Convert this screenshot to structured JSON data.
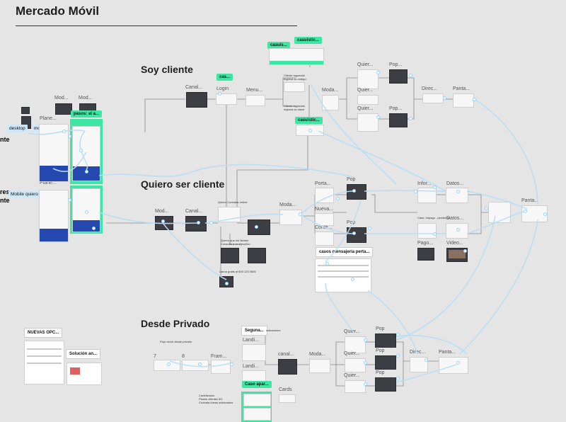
{
  "page": {
    "title": "Mercado Móvil"
  },
  "sections": {
    "soy_cliente": "Soy cliente",
    "quiero_ser_cliente": "Quiero ser cliente",
    "desde_privado": "Desde Privado"
  },
  "left_column": {
    "label_mod_1": "Mod...",
    "label_mod_2": "Mod...",
    "label_plane_1": "Plane...",
    "label_plane_2": "Plane...",
    "sticky_pasos": "pasos: al a...",
    "chip_desktop": "desktop",
    "chip_mobile": "mobile",
    "chip_mobile_quiero": "Mobile quiero s...",
    "edge_text_1": "nte",
    "edge_text_2": "res",
    "edge_text_3": "nte"
  },
  "soy_cliente_flow": {
    "canal": "Canal...",
    "login": "Login",
    "menu": "Menu...",
    "sticky_cas": "cas...",
    "sticky_casuis": "casuis...",
    "sticky_casuistic_top": "casuistic...",
    "sticky_casuistic_mid": "casuistic...",
    "note_logueado_codigo": "Cliente logueado\nIngresa su código",
    "note_logueado_clave": "Cliente logueado\nIngresa su clave",
    "moda": "Moda...",
    "quier_1": "Quier...",
    "quier_2": "Quier...",
    "quier_3": "Quier...",
    "pop_1": "Pop...",
    "pop_2": "Pop...",
    "direc": "Direc...",
    "panta": "Panta..."
  },
  "quiero_ser_flow": {
    "mod": "Mod...",
    "canal": "Canal...",
    "note_contratar": "Quiero Contratar online",
    "note_que_me_llamen": "Quiero que me llamen\nConsulta a un ejecutivo",
    "note_linea_gratis": "Llama gratis al 600 123 0505",
    "moda": "Moda...",
    "porta": "Porta...",
    "nueva": "Nueva...",
    "conte": "Conte...",
    "pop_1": "Pop",
    "pop_2": "Pop",
    "info": "Infor...",
    "datos_1": "Datos...",
    "datos_2": "Datos...",
    "pago": "Pago...",
    "video": "Video...",
    "panta": "Panta...",
    "note_caso_pago": "Caso: Impago - pendiente",
    "chip_casos": "casos mensajería perta..."
  },
  "privado_flow": {
    "chip_nuevas": "NUEVAS OPC...",
    "chip_solucion": "Solución an...",
    "note_flujo": "Flujo móvil desde privado",
    "label_7": "7",
    "label_8": "8",
    "label_fram": "Fram...",
    "chip_segunda": "Seguna...",
    "note_indicadores": "indicadores",
    "landi_1": "Landi...",
    "landi_2": "Landi...",
    "sticky_caso": "Caso apar...",
    "canal": "canal...",
    "moda": "Moda...",
    "quier_1": "Quier...",
    "quier_2": "Quier...",
    "quier_3": "Quier...",
    "pop_1": "Pop",
    "pop_2": "Pop",
    "pop_3": "Pop",
    "direc": "Direc...",
    "panta": "Panta...",
    "cards": "Cards",
    "note_bottom": "Cartelizados\nPlanes clientes 5G\nContrata líneas adicionales"
  }
}
